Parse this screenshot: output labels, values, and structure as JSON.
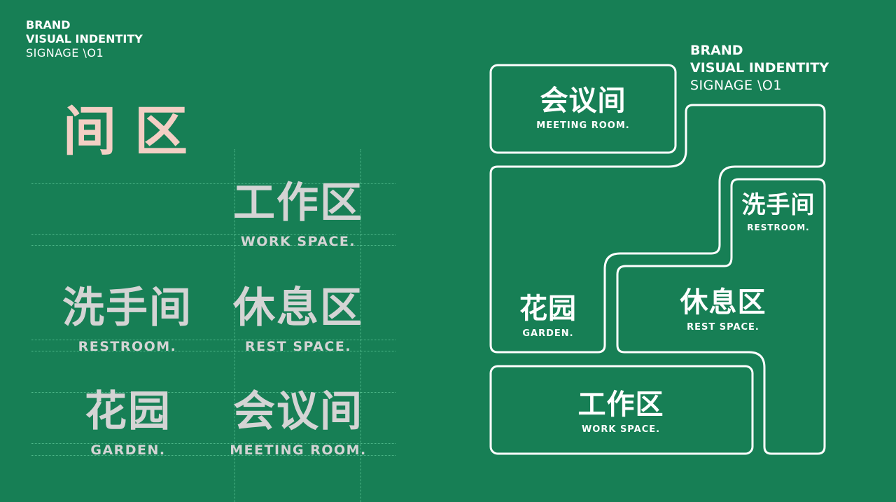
{
  "header_left": {
    "line1": "BRAND",
    "line2": "VISUAL INDENTITY",
    "line3": "SIGNAGE \\O1"
  },
  "header_right": {
    "line1": "BRAND",
    "line2": "VISUAL INDENTITY",
    "line3": "SIGNAGE \\O1"
  },
  "glyph_samples": [
    "间",
    "区"
  ],
  "grid_signs": [
    {
      "cn": "工作区",
      "en": "WORK SPACE."
    },
    {
      "cn": "洗手间",
      "en": "RESTROOM."
    },
    {
      "cn": "休息区",
      "en": "REST SPACE."
    },
    {
      "cn": "花园",
      "en": "GARDEN."
    },
    {
      "cn": "会议间",
      "en": "MEETING ROOM."
    }
  ],
  "map": {
    "meeting": {
      "cn": "会议间",
      "en": "MEETING ROOM."
    },
    "restroom": {
      "cn": "洗手间",
      "en": "RESTROOM."
    },
    "garden": {
      "cn": "花园",
      "en": "GARDEN."
    },
    "rest": {
      "cn": "休息区",
      "en": "REST SPACE."
    },
    "work": {
      "cn": "工作区",
      "en": "WORK SPACE."
    }
  },
  "colors": {
    "background": "#177f55",
    "accent": "#f3cfc4",
    "outline": "#ffffff"
  }
}
